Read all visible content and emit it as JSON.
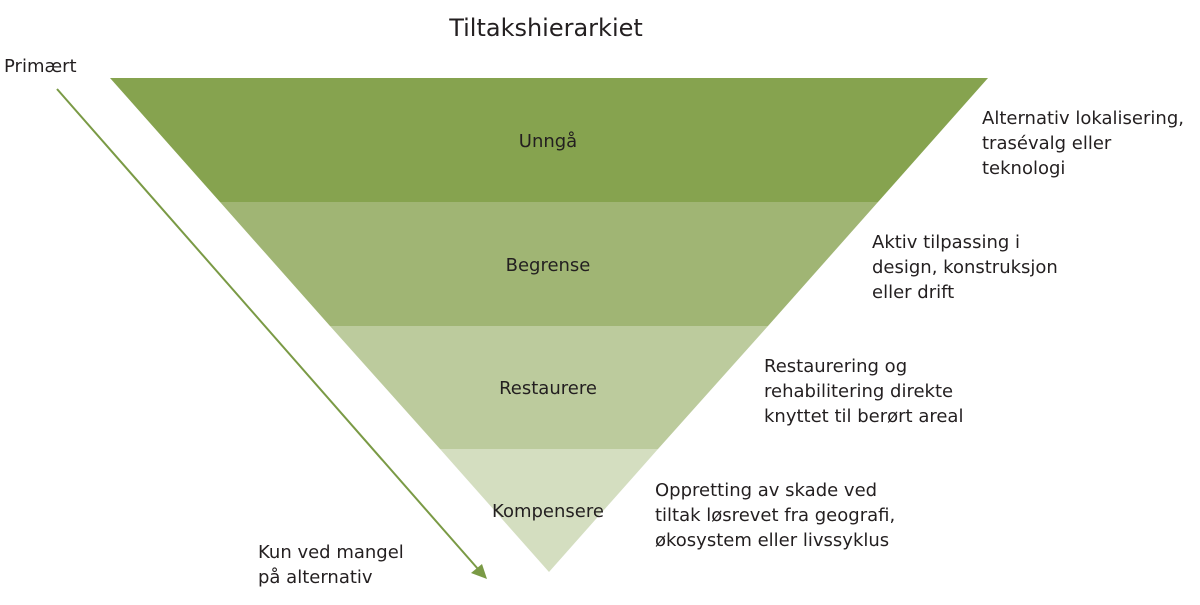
{
  "title": "Tiltakshierarkiet",
  "primary_label": "Primært",
  "last_resort_label": "Kun ved mangel\npå alternativ",
  "colors": {
    "level1": "#86a34f",
    "level2": "#a0b574",
    "level3": "#bccb9d",
    "level4": "#d4dec0",
    "arrow": "#7a9a45"
  },
  "levels": [
    {
      "name": "Unngå",
      "description": "Alternativ lokalisering,\ntrasévalg eller\nteknologi"
    },
    {
      "name": "Begrense",
      "description": "Aktiv tilpassing i\ndesign, konstruksjon\neller drift"
    },
    {
      "name": "Restaurere",
      "description": "Restaurering og\nrehabilitering direkte\nknyttet til berørt areal"
    },
    {
      "name": "Kompensere",
      "description": "Oppretting av skade ved\ntiltak løsrevet fra geografi,\nøkosystem eller livssyklus"
    }
  ]
}
